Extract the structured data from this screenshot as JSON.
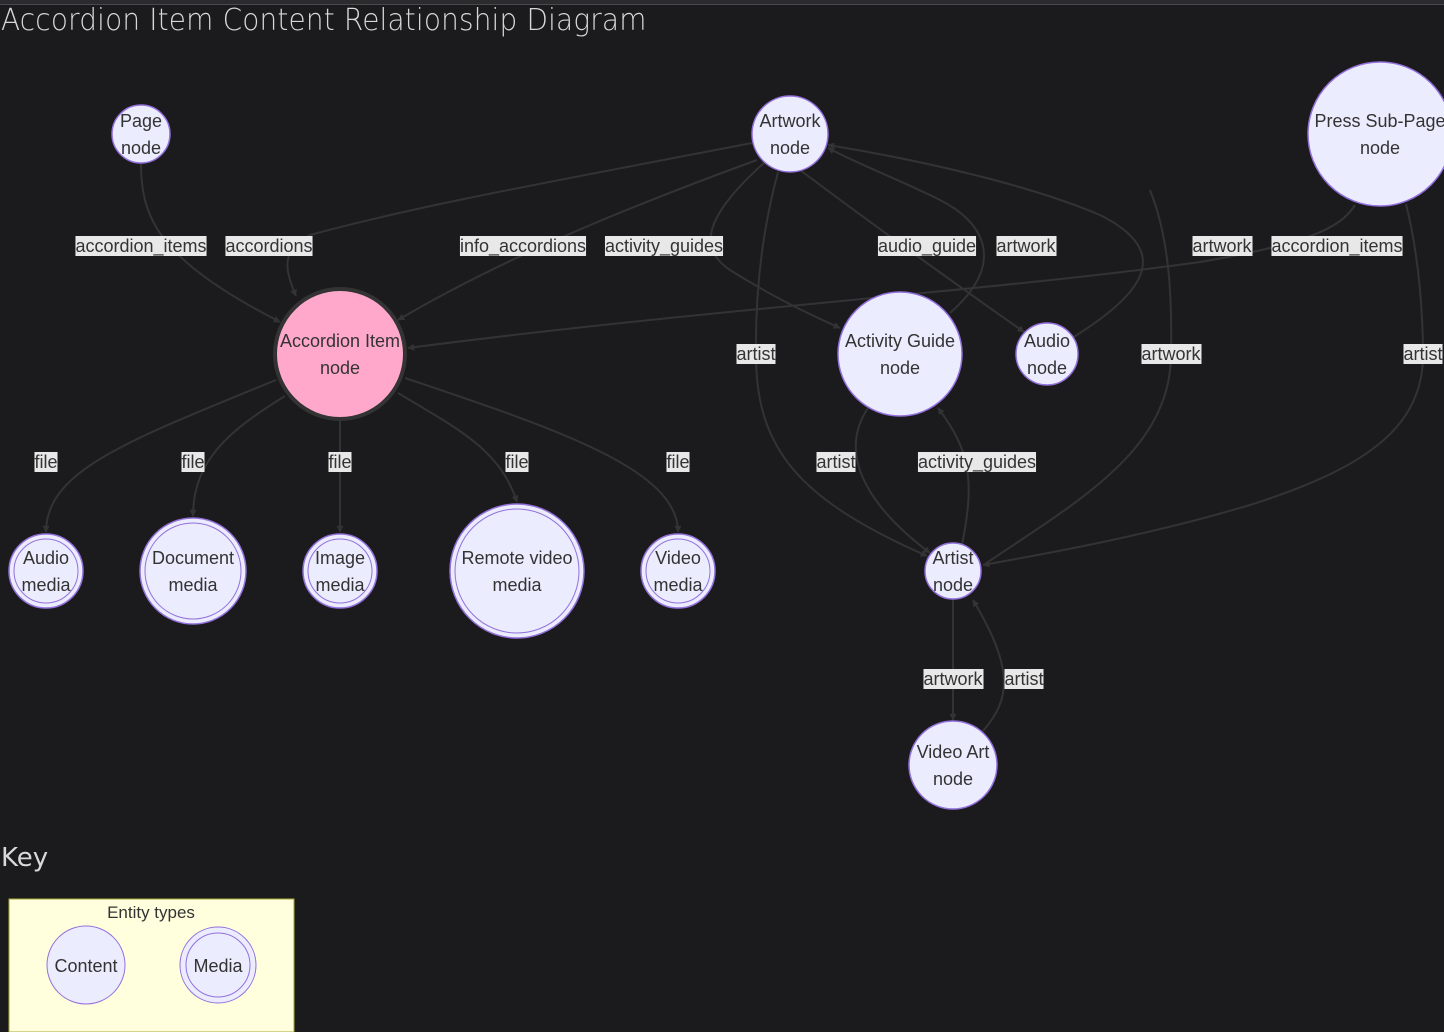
{
  "page": {
    "title": "Accordion Item Content Relationship Diagram",
    "key_title": "Key"
  },
  "colors": {
    "background": "#1b1b1d",
    "content_fill": "#ececff",
    "content_stroke": "#9370db",
    "focus_fill": "#ffa8cb",
    "focus_stroke": "#333333",
    "edge": "#333335",
    "label_bg": "#e8e8e8",
    "key_bg": "#ffffde",
    "key_border": "#aaaa33"
  },
  "nodes": [
    {
      "id": "page",
      "lines": [
        "Page",
        "node"
      ],
      "type": "content"
    },
    {
      "id": "artwork",
      "lines": [
        "Artwork",
        "node"
      ],
      "type": "content"
    },
    {
      "id": "press",
      "lines": [
        "Press Sub-Page",
        "node"
      ],
      "type": "content"
    },
    {
      "id": "accordion",
      "lines": [
        "Accordion Item",
        "node"
      ],
      "type": "focus"
    },
    {
      "id": "activity",
      "lines": [
        "Activity Guide",
        "node"
      ],
      "type": "content"
    },
    {
      "id": "audionode",
      "lines": [
        "Audio",
        "node"
      ],
      "type": "content"
    },
    {
      "id": "artist",
      "lines": [
        "Artist",
        "node"
      ],
      "type": "content"
    },
    {
      "id": "videoart",
      "lines": [
        "Video Art",
        "node"
      ],
      "type": "content"
    },
    {
      "id": "audiomedia",
      "lines": [
        "Audio",
        "media"
      ],
      "type": "media"
    },
    {
      "id": "docmedia",
      "lines": [
        "Document",
        "media"
      ],
      "type": "media"
    },
    {
      "id": "imagemedia",
      "lines": [
        "Image",
        "media"
      ],
      "type": "media"
    },
    {
      "id": "remotemedia",
      "lines": [
        "Remote video",
        "media"
      ],
      "type": "media"
    },
    {
      "id": "videomedia",
      "lines": [
        "Video",
        "media"
      ],
      "type": "media"
    }
  ],
  "edges": [
    {
      "from": "page",
      "to": "accordion",
      "label": "accordion_items"
    },
    {
      "from": "artwork",
      "to": "accordion",
      "label": "accordions"
    },
    {
      "from": "artwork",
      "to": "accordion",
      "label": "info_accordions"
    },
    {
      "from": "artwork",
      "to": "activity",
      "label": "activity_guides"
    },
    {
      "from": "artwork",
      "to": "audionode",
      "label": "audio_guide"
    },
    {
      "from": "activity",
      "to": "artwork",
      "label": "artwork"
    },
    {
      "from": "press",
      "to": "artwork",
      "label": "artwork"
    },
    {
      "from": "press",
      "to": "accordion",
      "label": "accordion_items"
    },
    {
      "from": "artwork",
      "to": "artist",
      "label": "artist"
    },
    {
      "from": "audionode",
      "to": "artwork",
      "label": "artwork"
    },
    {
      "from": "press",
      "to": "artist",
      "label": "artist"
    },
    {
      "from": "accordion",
      "to": "audiomedia",
      "label": "file"
    },
    {
      "from": "accordion",
      "to": "docmedia",
      "label": "file"
    },
    {
      "from": "accordion",
      "to": "imagemedia",
      "label": "file"
    },
    {
      "from": "accordion",
      "to": "remotemedia",
      "label": "file"
    },
    {
      "from": "accordion",
      "to": "videomedia",
      "label": "file"
    },
    {
      "from": "activity",
      "to": "artist",
      "label": "artist"
    },
    {
      "from": "artist",
      "to": "activity",
      "label": "activity_guides"
    },
    {
      "from": "artist",
      "to": "videoart",
      "label": "artwork"
    },
    {
      "from": "videoart",
      "to": "artist",
      "label": "artist"
    }
  ],
  "key": {
    "group_title": "Entity types",
    "items": [
      {
        "label": "Content",
        "type": "content"
      },
      {
        "label": "Media",
        "type": "media"
      }
    ]
  }
}
